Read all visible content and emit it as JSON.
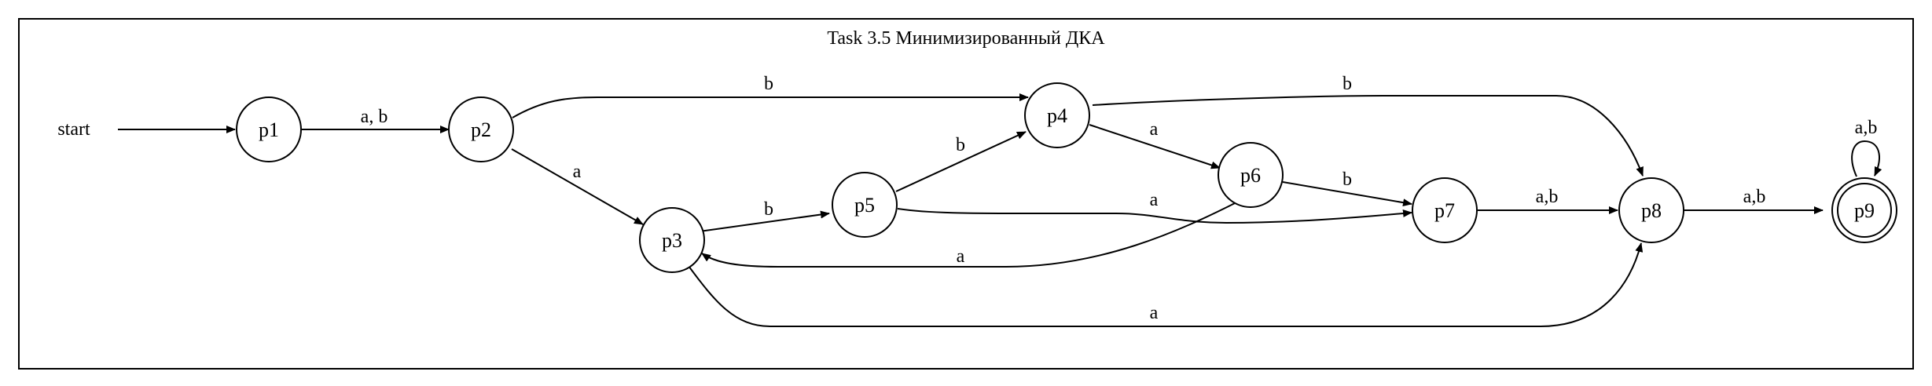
{
  "diagram": {
    "title": "Task 3.5 Минимизированный ДКА",
    "start_label": "start",
    "states": [
      {
        "id": "p1",
        "label": "p1",
        "accepting": false
      },
      {
        "id": "p2",
        "label": "p2",
        "accepting": false
      },
      {
        "id": "p3",
        "label": "p3",
        "accepting": false
      },
      {
        "id": "p4",
        "label": "p4",
        "accepting": false
      },
      {
        "id": "p5",
        "label": "p5",
        "accepting": false
      },
      {
        "id": "p6",
        "label": "p6",
        "accepting": false
      },
      {
        "id": "p7",
        "label": "p7",
        "accepting": false
      },
      {
        "id": "p8",
        "label": "p8",
        "accepting": false
      },
      {
        "id": "p9",
        "label": "p9",
        "accepting": true
      }
    ],
    "start_state": "p1",
    "transitions": [
      {
        "from": "p1",
        "to": "p2",
        "label": "a, b"
      },
      {
        "from": "p2",
        "to": "p4",
        "label": "b"
      },
      {
        "from": "p2",
        "to": "p3",
        "label": "a"
      },
      {
        "from": "p3",
        "to": "p5",
        "label": "b"
      },
      {
        "from": "p3",
        "to": "p8",
        "label": "a"
      },
      {
        "from": "p5",
        "to": "p4",
        "label": "b"
      },
      {
        "from": "p5",
        "to": "p7",
        "label": "a"
      },
      {
        "from": "p4",
        "to": "p6",
        "label": "a"
      },
      {
        "from": "p4",
        "to": "p8",
        "label": "b"
      },
      {
        "from": "p6",
        "to": "p7",
        "label": "b"
      },
      {
        "from": "p6",
        "to": "p3",
        "label": "a"
      },
      {
        "from": "p7",
        "to": "p8",
        "label": "a,b"
      },
      {
        "from": "p8",
        "to": "p9",
        "label": "a,b"
      },
      {
        "from": "p9",
        "to": "p9",
        "label": "a,b"
      }
    ]
  }
}
